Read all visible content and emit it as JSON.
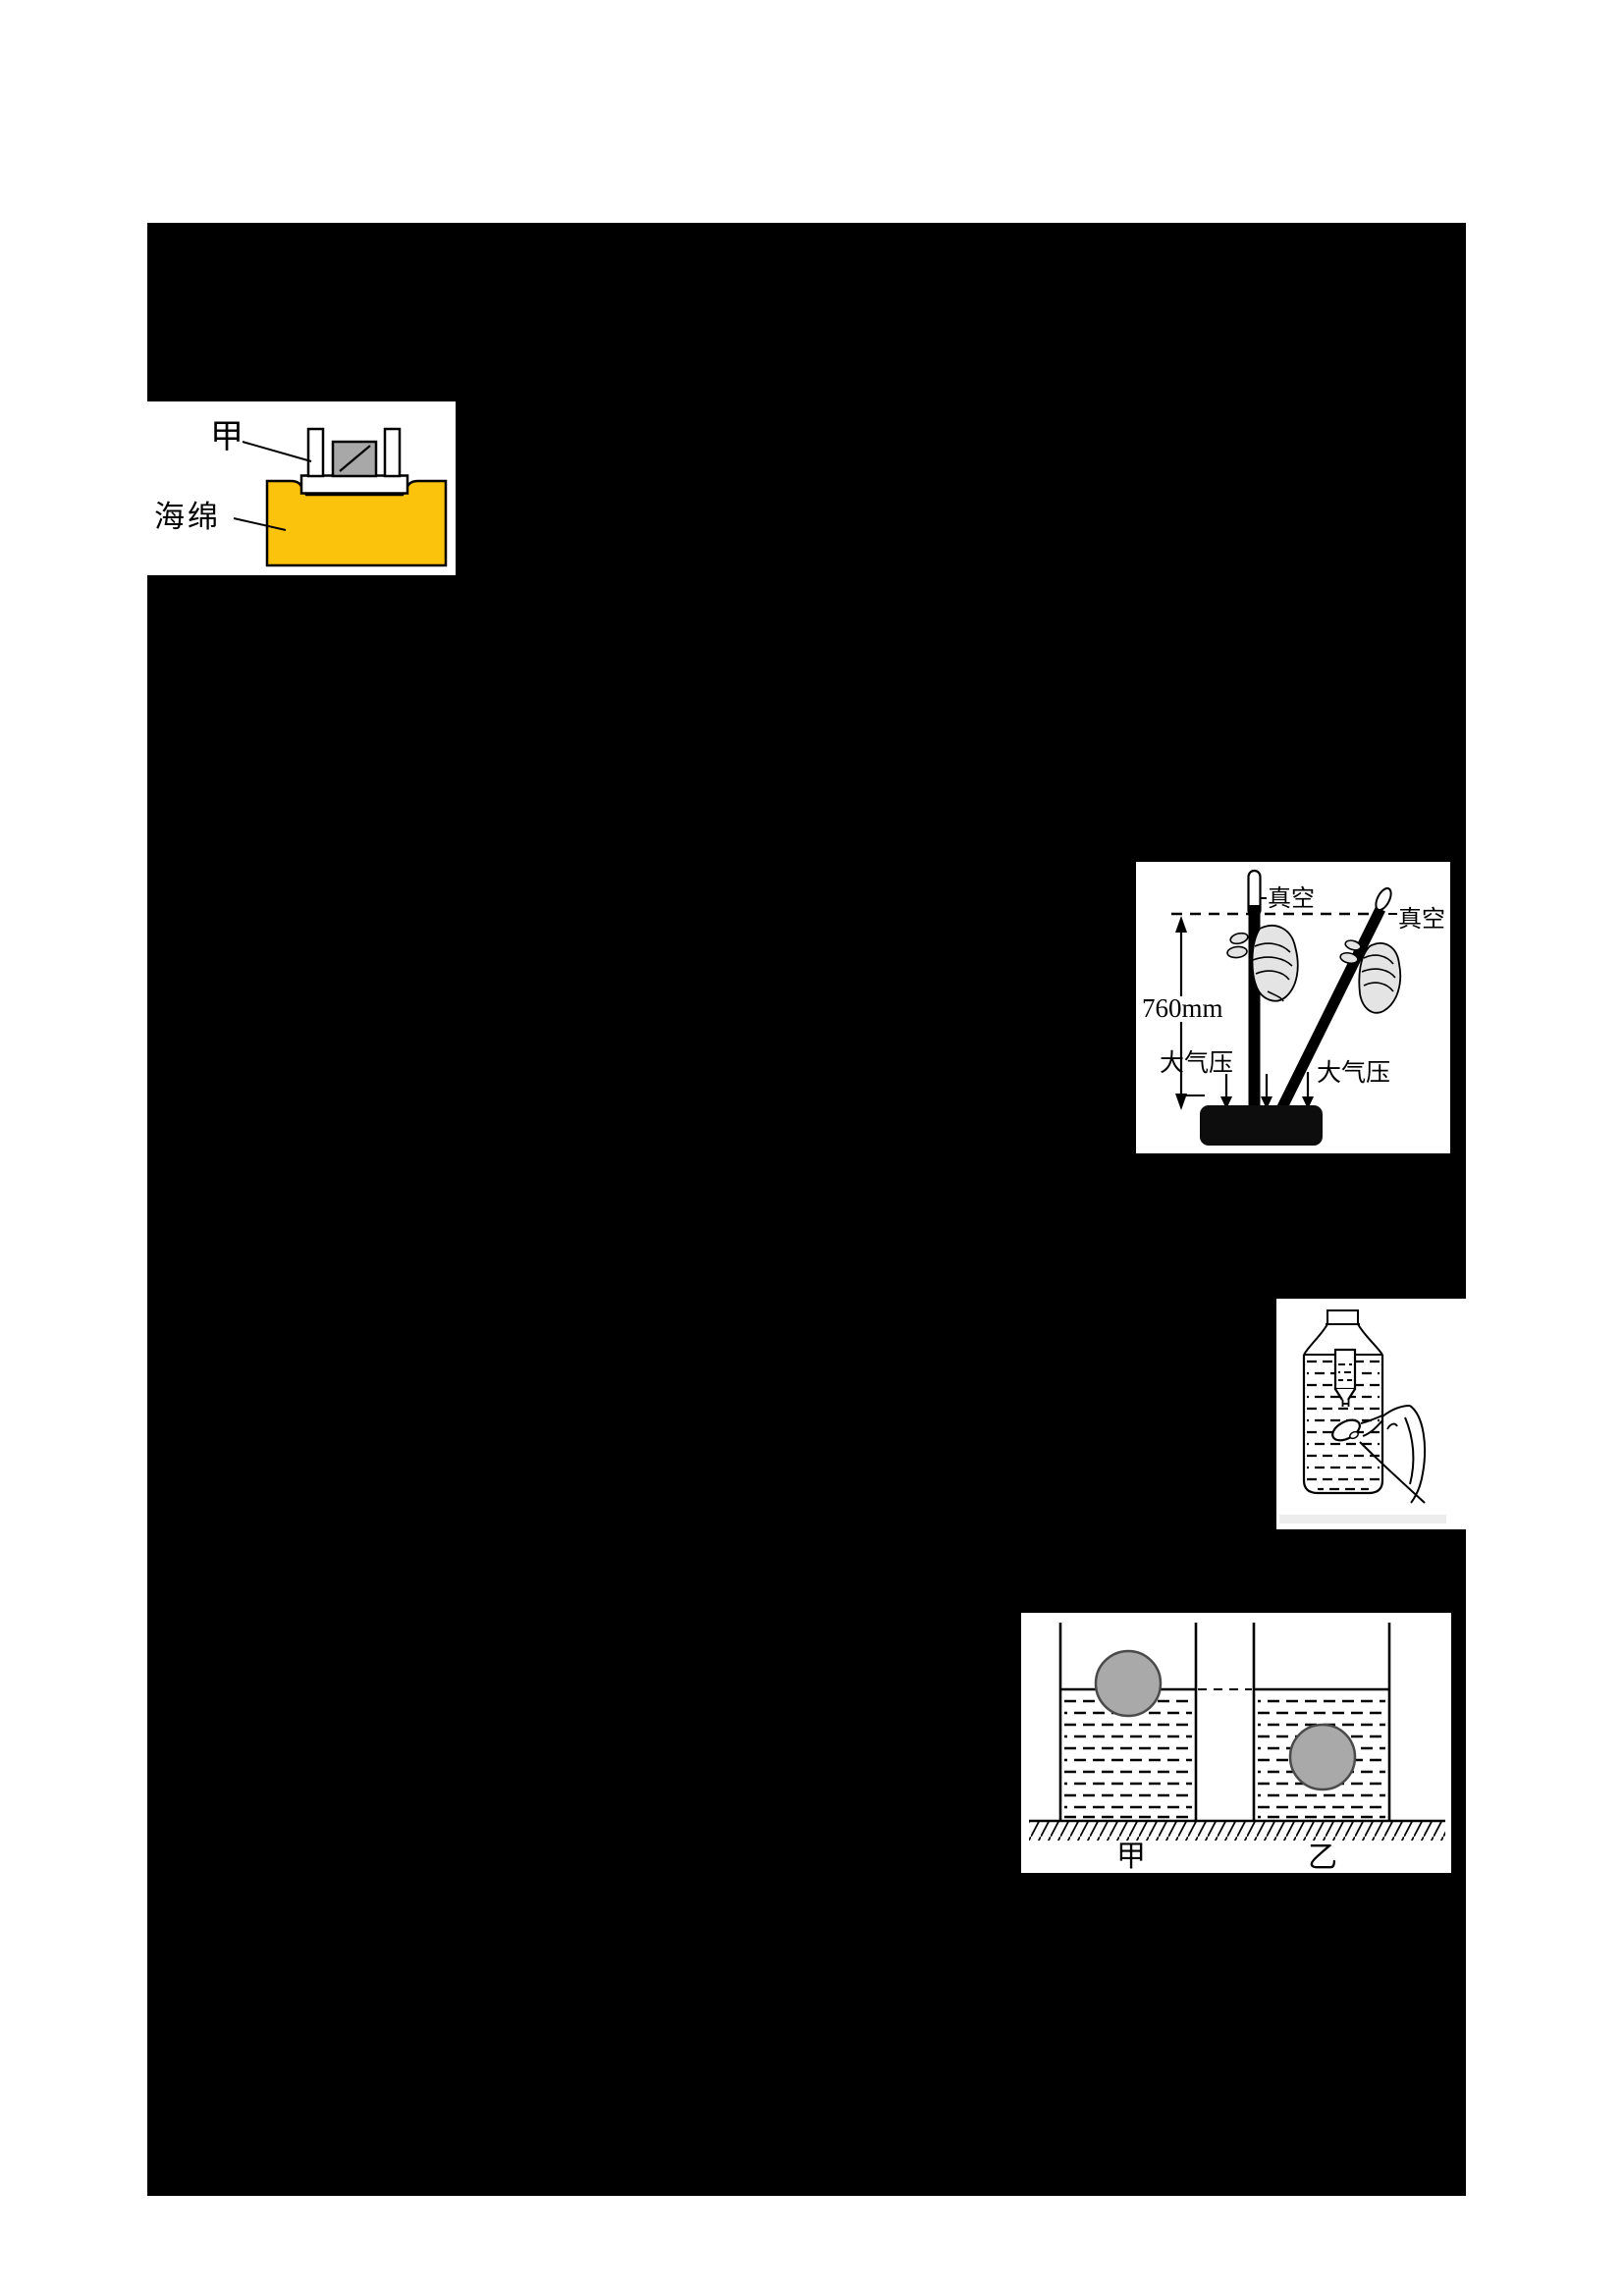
{
  "page": {
    "background": "#ffffff",
    "panel_color": "#000000"
  },
  "figures": {
    "sponge_experiment": {
      "labels": {
        "weight": "甲",
        "sponge": "海绵"
      },
      "colors": {
        "sponge": "#fcc30c",
        "weight_block": "#a8a8a8"
      }
    },
    "barometer": {
      "labels": {
        "vacuum_left": "真空",
        "vacuum_right": "真空",
        "column_height": "760mm",
        "atmosphere_left": "大气压",
        "atmosphere_right": "大气压"
      },
      "colors": {
        "hand": "#e4e4e4",
        "mercury": "#000000"
      }
    },
    "squeeze_bottle": {
      "colors": {
        "caption_strip": "#ededed"
      }
    },
    "floating_balls": {
      "labels": {
        "left_container": "甲",
        "right_container": "乙"
      },
      "colors": {
        "ball": "#a9a9a9"
      }
    }
  }
}
